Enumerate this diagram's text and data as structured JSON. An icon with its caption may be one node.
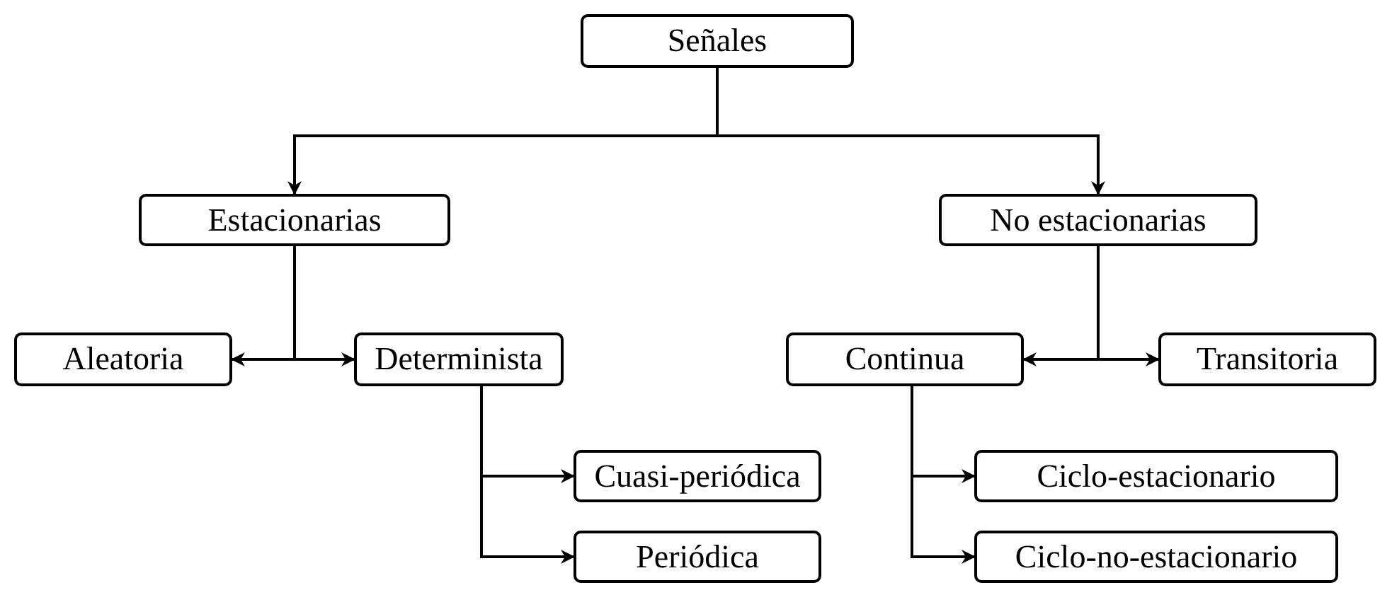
{
  "diagram": {
    "nodes": [
      {
        "text": [
          "Señales"
        ]
      },
      {
        "text": [
          "Estacionarias"
        ]
      },
      {
        "text": [
          "No estacionarias"
        ]
      },
      {
        "text": [
          "Aleatoria"
        ]
      },
      {
        "text": [
          "Determinista"
        ]
      },
      {
        "text": [
          "Continua"
        ]
      },
      {
        "text": [
          "Transitoria"
        ]
      },
      {
        "text": [
          "Cuasi-periódica"
        ]
      },
      {
        "text": [
          "Periódica"
        ]
      },
      {
        "text": [
          "Ciclo-estacionario"
        ]
      },
      {
        "text": [
          "Ciclo-no-estacionario"
        ]
      }
    ],
    "edges": [
      {
        "from": 0,
        "to": 1,
        "arrow": "to"
      },
      {
        "from": 0,
        "to": 2,
        "arrow": "to"
      },
      {
        "from": 1,
        "to": 3,
        "arrow": "to"
      },
      {
        "from": 1,
        "to": 4,
        "arrow": "to"
      },
      {
        "from": 2,
        "to": 5,
        "arrow": "to"
      },
      {
        "from": 2,
        "to": 6,
        "arrow": "to"
      },
      {
        "from": 4,
        "to": 7,
        "arrow": "to"
      },
      {
        "from": 4,
        "to": 8,
        "arrow": "to"
      },
      {
        "from": 5,
        "to": 9,
        "arrow": "to"
      },
      {
        "from": 5,
        "to": 10,
        "arrow": "to"
      }
    ]
  }
}
